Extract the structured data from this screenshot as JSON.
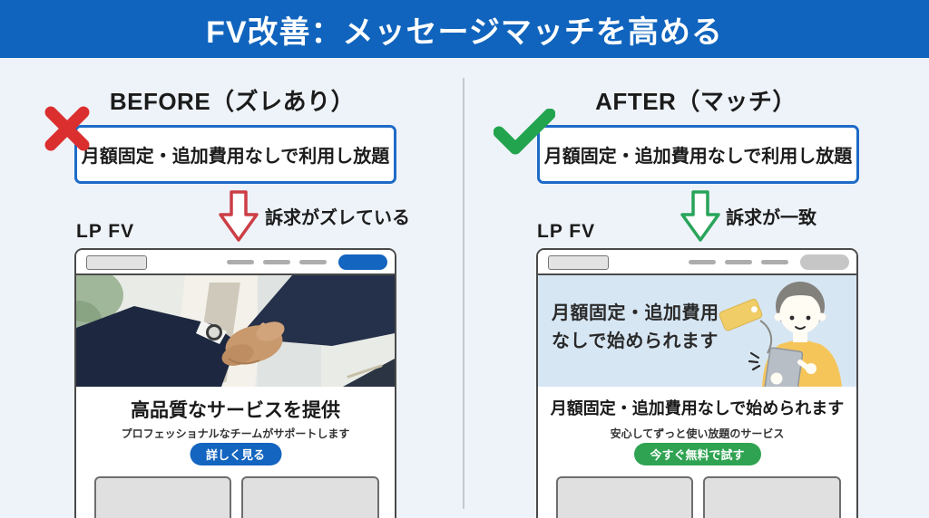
{
  "header": {
    "title": "FV改善：メッセージマッチを高める"
  },
  "before": {
    "title": "BEFORE（ズレあり）",
    "mark_icon": "x-icon",
    "claim": "月額固定・追加費用なしで利用し放題",
    "arrow_icon": "down-arrow-icon",
    "arrow_label": "訴求がズレている",
    "lp_label": "LP FV",
    "mockup": {
      "hero": "handshake-photo",
      "heading": "高品質なサービスを提供",
      "subheading": "プロフェッショナルなチームがサポートします",
      "cta_label": "詳しく見る"
    }
  },
  "after": {
    "title": "AFTER（マッチ）",
    "mark_icon": "check-icon",
    "claim": "月額固定・追加費用なしで利用し放題",
    "arrow_icon": "down-arrow-icon",
    "arrow_label": "訴求が一致",
    "lp_label": "LP FV",
    "mockup": {
      "hero_line1": "月額固定・追加費用",
      "hero_line2": "なしで始められます",
      "hero_illustration": "person-with-tablet-and-price-tag",
      "heading": "月額固定・追加費用なしで始められます",
      "subheading": "安心してずっと使い放題のサービス",
      "cta_label": "今すぐ無料で試す"
    }
  },
  "colors": {
    "header_blue": "#1064BD",
    "page_bg": "#EEF3F9",
    "claim_border_blue": "#1E6BC8",
    "error_red": "#DB2F2F",
    "success_green": "#22A44E",
    "arrow_red": "#CC3E46",
    "arrow_green": "#29A45A",
    "cta_blue": "#1465BF",
    "cta_green": "#2FA351",
    "hero_light_blue": "#D7E6F3"
  }
}
